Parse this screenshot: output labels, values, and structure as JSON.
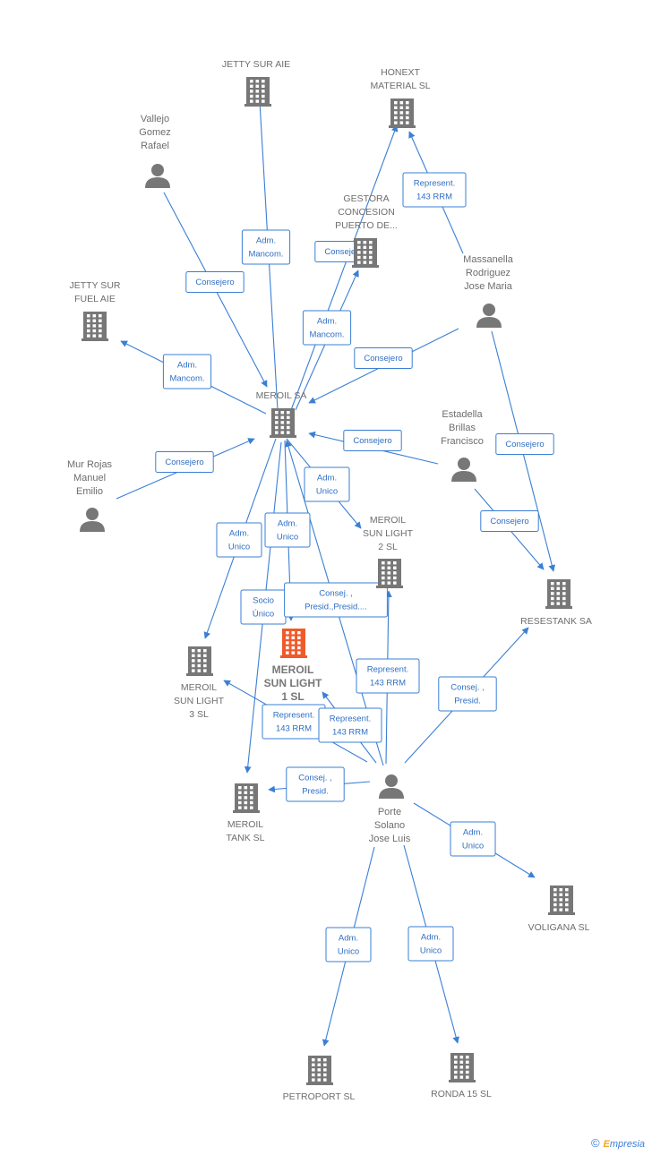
{
  "nodes": [
    {
      "id": "jetty_sur_aie",
      "type": "company",
      "label": [
        "JETTY SUR AIE"
      ]
    },
    {
      "id": "honext",
      "type": "company",
      "label": [
        "HONEXT",
        "MATERIAL  SL"
      ]
    },
    {
      "id": "vallejo",
      "type": "person",
      "label": [
        "Vallejo",
        "Gomez",
        "Rafael"
      ]
    },
    {
      "id": "gestora",
      "type": "company",
      "label": [
        "GESTORA",
        "CONCESION",
        "PUERTO DE..."
      ]
    },
    {
      "id": "massanella",
      "type": "person",
      "label": [
        "Massanella",
        "Rodriguez",
        "Jose Maria"
      ]
    },
    {
      "id": "jetty_sur_fuel",
      "type": "company",
      "label": [
        "JETTY SUR",
        "FUEL AIE"
      ]
    },
    {
      "id": "meroil_sa",
      "type": "company",
      "label": [
        "MEROIL SA"
      ]
    },
    {
      "id": "estadella",
      "type": "person",
      "label": [
        "Estadella",
        "Brillas",
        "Francisco"
      ]
    },
    {
      "id": "mur_rojas",
      "type": "person",
      "label": [
        "Mur Rojas",
        "Manuel",
        "Emilio"
      ]
    },
    {
      "id": "meroil_sl2",
      "type": "company",
      "label": [
        "MEROIL",
        "SUN LIGHT",
        "2  SL"
      ]
    },
    {
      "id": "resestank",
      "type": "company",
      "label": [
        "RESESTANK SA"
      ]
    },
    {
      "id": "meroil_sl1",
      "type": "focus",
      "label": [
        "MEROIL",
        "SUN LIGHT",
        "1  SL"
      ]
    },
    {
      "id": "meroil_sl3",
      "type": "company",
      "label": [
        "MEROIL",
        "SUN LIGHT",
        "3  SL"
      ]
    },
    {
      "id": "porte",
      "type": "person",
      "label": [
        "Porte",
        "Solano",
        "Jose Luis"
      ]
    },
    {
      "id": "meroil_tank",
      "type": "company",
      "label": [
        "MEROIL",
        "TANK SL"
      ]
    },
    {
      "id": "voligana",
      "type": "company",
      "label": [
        "VOLIGANA  SL"
      ]
    },
    {
      "id": "petroport",
      "type": "company",
      "label": [
        "PETROPORT SL"
      ]
    },
    {
      "id": "ronda15",
      "type": "company",
      "label": [
        "RONDA 15 SL"
      ]
    }
  ],
  "edges": [
    {
      "from": "meroil_sa",
      "to": "jetty_sur_aie",
      "label": [
        "Adm.",
        "Mancom."
      ]
    },
    {
      "from": "meroil_sa",
      "to": "honext",
      "label": [
        "Consejero"
      ]
    },
    {
      "from": "massanella",
      "to": "honext",
      "label": [
        "Represent.",
        "143 RRM"
      ]
    },
    {
      "from": "vallejo",
      "to": "meroil_sa",
      "label": [
        "Consejero"
      ]
    },
    {
      "from": "meroil_sa",
      "to": "gestora",
      "label": [
        "Adm.",
        "Mancom."
      ]
    },
    {
      "from": "meroil_sa",
      "to": "jetty_sur_fuel",
      "label": [
        "Adm.",
        "Mancom."
      ]
    },
    {
      "from": "massanella",
      "to": "meroil_sa",
      "label": [
        "Consejero"
      ]
    },
    {
      "from": "massanella",
      "to": "resestank",
      "label": [
        "Consejero"
      ]
    },
    {
      "from": "estadella",
      "to": "meroil_sa",
      "label": [
        "Consejero"
      ]
    },
    {
      "from": "estadella",
      "to": "resestank",
      "label": [
        "Consejero"
      ]
    },
    {
      "from": "mur_rojas",
      "to": "meroil_sa",
      "label": [
        "Consejero"
      ]
    },
    {
      "from": "meroil_sa",
      "to": "meroil_sl2",
      "label": [
        "Adm.",
        "Unico"
      ]
    },
    {
      "from": "meroil_sa",
      "to": "meroil_sl3",
      "label": [
        "Adm.",
        "Unico"
      ]
    },
    {
      "from": "meroil_sa",
      "to": "meroil_sl1",
      "label": [
        "Adm.",
        "Unico"
      ]
    },
    {
      "from": "meroil_sa",
      "to": "meroil_tank",
      "label": [
        "Socio",
        "Único"
      ]
    },
    {
      "from": "porte",
      "to": "meroil_sa",
      "label": [
        "Consej. ,",
        "Presid.,Presid...."
      ]
    },
    {
      "from": "porte",
      "to": "meroil_sl2",
      "label": [
        "Represent.",
        "143 RRM"
      ]
    },
    {
      "from": "porte",
      "to": "resestank",
      "label": [
        "Consej. ,",
        "Presid."
      ]
    },
    {
      "from": "porte",
      "to": "meroil_sl3",
      "label": [
        "Represent.",
        "143 RRM"
      ]
    },
    {
      "from": "porte",
      "to": "meroil_sl1",
      "label": [
        "Represent.",
        "143 RRM"
      ]
    },
    {
      "from": "porte",
      "to": "meroil_tank",
      "label": [
        "Consej. ,",
        "Presid."
      ]
    },
    {
      "from": "porte",
      "to": "voligana",
      "label": [
        "Adm.",
        "Unico"
      ]
    },
    {
      "from": "porte",
      "to": "petroport",
      "label": [
        "Adm.",
        "Unico"
      ]
    },
    {
      "from": "porte",
      "to": "ronda15",
      "label": [
        "Adm.",
        "Unico"
      ]
    }
  ],
  "colors": {
    "edge": "#3a7fd5",
    "icon": "#777777",
    "focus": "#f05a2a",
    "label": "#6d6d6d"
  },
  "footer": {
    "copyright_symbol": "©",
    "brand_first": "E",
    "brand_rest": "mpresia"
  }
}
